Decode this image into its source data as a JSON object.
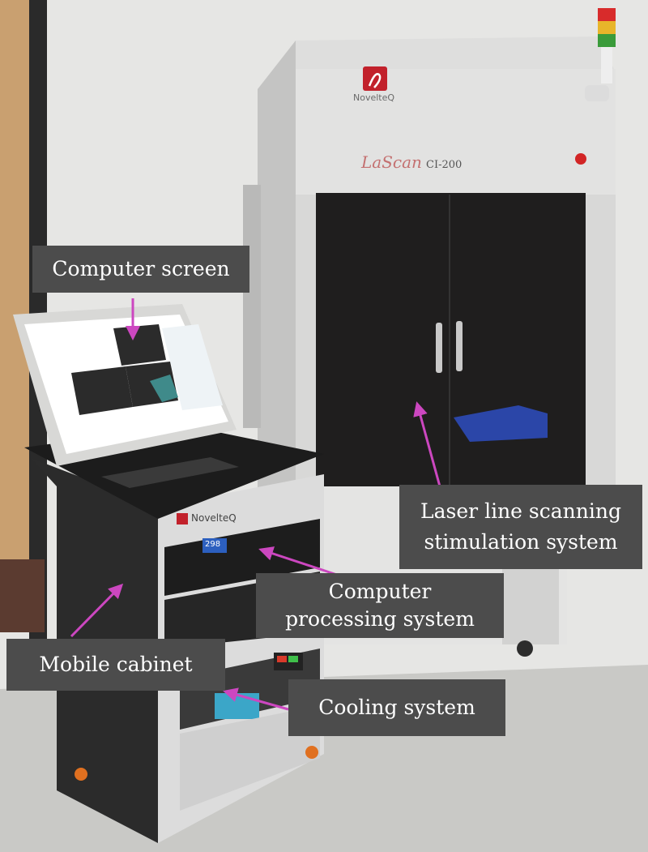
{
  "photo": {
    "machine_brand": "NovelteQ",
    "machine_model_script": "LaScan",
    "machine_model_code": "CI-200",
    "cabinet_brand": "NovelteQ",
    "temperature_display": "298",
    "colors": {
      "wall": "#e6e6e4",
      "floor": "#c9c9c6",
      "machine_body": "#dcdcdb",
      "door_glass": "#1f1e1e",
      "logo_red": "#c2212b",
      "annotation_arrow": "#cc47c0",
      "label_box": "#4c4c4c"
    }
  },
  "callouts": {
    "computer_screen": "Computer screen",
    "laser_line_1": "Laser line scanning",
    "laser_line_2": "stimulation system",
    "processing_line_1": "Computer",
    "processing_line_2": "processing system",
    "mobile_cabinet": "Mobile cabinet",
    "cooling_system": "Cooling system"
  }
}
